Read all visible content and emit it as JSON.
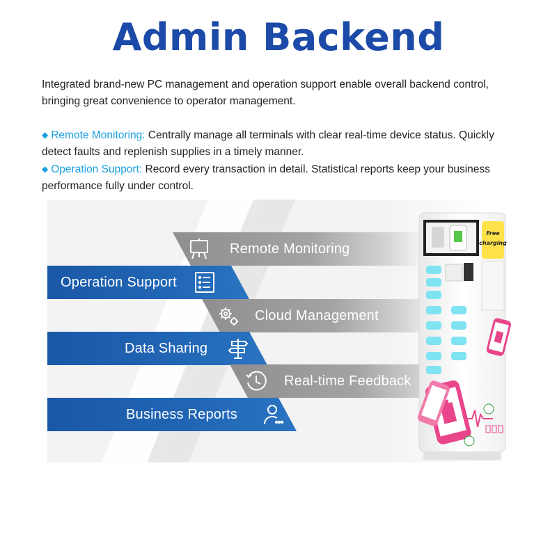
{
  "page": {
    "title": "Admin Backend",
    "intro": "Integrated brand-new PC management and operation support enable overall backend control, bringing great convenience to operator management.",
    "bullets": [
      {
        "lead": "Remote Monitoring:",
        "text": " Centrally manage all terminals with clear real-time device status. Quickly detect faults and replenish supplies in a timely manner."
      },
      {
        "lead": "Operation Support:",
        "text": " Record every transaction in detail. Statistical reports keep your business performance fully under control."
      }
    ]
  },
  "bands": [
    {
      "label": "Remote Monitoring",
      "style": "gray",
      "icon": "whiteboard-icon"
    },
    {
      "label": "Operation Support",
      "style": "blue",
      "icon": "list-icon"
    },
    {
      "label": "Cloud Management",
      "style": "gray",
      "icon": "gears-icon"
    },
    {
      "label": "Data Sharing",
      "style": "blue",
      "icon": "signpost-icon"
    },
    {
      "label": "Real-time Feedback",
      "style": "gray",
      "icon": "clock-icon"
    },
    {
      "label": "Business Reports",
      "style": "blue",
      "icon": "user-report-icon"
    }
  ],
  "kiosk": {
    "sign": "Free charging"
  },
  "colors": {
    "title": "#1c4aa8",
    "accent": "#1aa0e0",
    "blue_band": "#1f5fae",
    "gray_band": "#999999",
    "kiosk_pink": "#e8458a",
    "kiosk_cyan": "#7fe3f2"
  }
}
